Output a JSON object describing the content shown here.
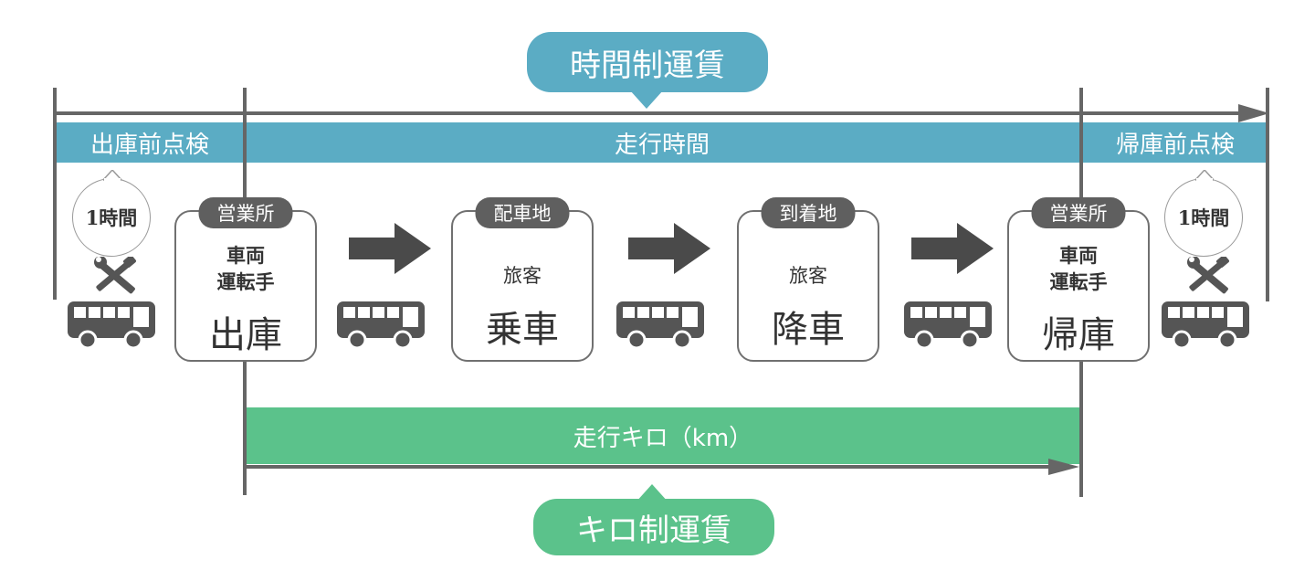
{
  "colors": {
    "time_band": "#5bacc4",
    "km_band": "#5bc28b",
    "line": "#666666",
    "icon": "#555555"
  },
  "time_fare": {
    "label": "時間制運賃"
  },
  "km_fare": {
    "label": "キロ制運賃"
  },
  "top_band": {
    "pre_inspection": "出庫前点検",
    "running_time": "走行時間",
    "return_inspection": "帰庫前点検"
  },
  "km_band": {
    "label": "走行キロ（km）"
  },
  "inspection_bubbles": {
    "left": "1時間",
    "right": "1時間"
  },
  "cards": [
    {
      "tag": "営業所",
      "lines": [
        "車両",
        "運転手"
      ],
      "main": "出庫"
    },
    {
      "tag": "配車地",
      "lines": [
        "旅客"
      ],
      "main": "乗車"
    },
    {
      "tag": "到着地",
      "lines": [
        "旅客"
      ],
      "main": "降車"
    },
    {
      "tag": "営業所",
      "lines": [
        "車両",
        "運転手"
      ],
      "main": "帰庫"
    }
  ],
  "icons": [
    "wrench-screwdriver-icon",
    "bus-icon",
    "right-arrow-icon"
  ]
}
